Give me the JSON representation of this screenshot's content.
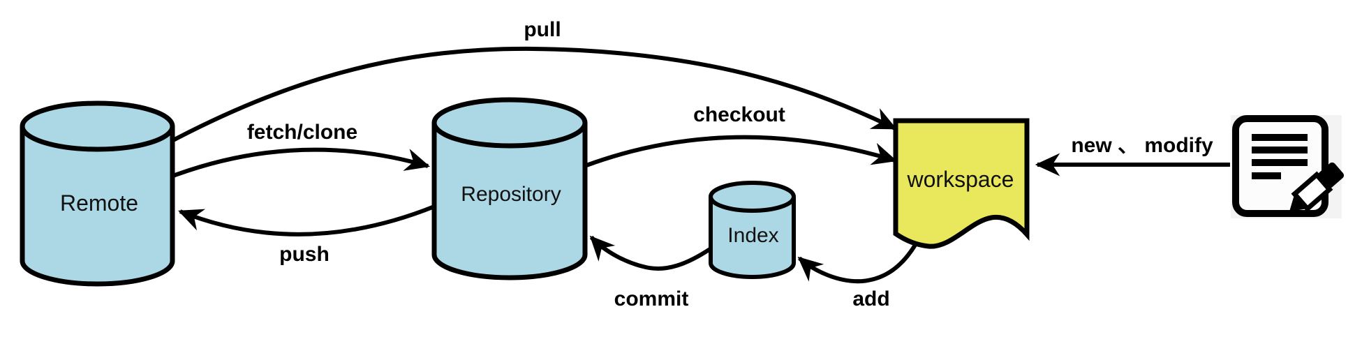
{
  "diagram": {
    "type": "git-workflow",
    "background": "#ffffff",
    "colors": {
      "cylinder_fill": "#acd7e5",
      "workspace_fill": "#e9e85c",
      "stroke": "#000000",
      "icon_backdrop": "#f3f3f3"
    },
    "nodes": {
      "remote": {
        "label": "Remote",
        "shape": "cylinder"
      },
      "repository": {
        "label": "Repository",
        "shape": "cylinder"
      },
      "index": {
        "label": "Index",
        "shape": "cylinder"
      },
      "workspace": {
        "label": "workspace",
        "shape": "torn-page"
      },
      "file": {
        "icon": "document-edit-icon"
      }
    },
    "edges": {
      "pull": {
        "label": "pull",
        "from": "remote",
        "to": "workspace"
      },
      "fetch_clone": {
        "label": "fetch/clone",
        "from": "remote",
        "to": "repository"
      },
      "push": {
        "label": "push",
        "from": "repository",
        "to": "remote"
      },
      "checkout": {
        "label": "checkout",
        "from": "repository",
        "to": "workspace"
      },
      "commit": {
        "label": "commit",
        "from": "index",
        "to": "repository"
      },
      "add": {
        "label": "add",
        "from": "workspace",
        "to": "index"
      },
      "new_modify": {
        "label": "new 、 modify",
        "from": "file",
        "to": "workspace"
      }
    }
  }
}
